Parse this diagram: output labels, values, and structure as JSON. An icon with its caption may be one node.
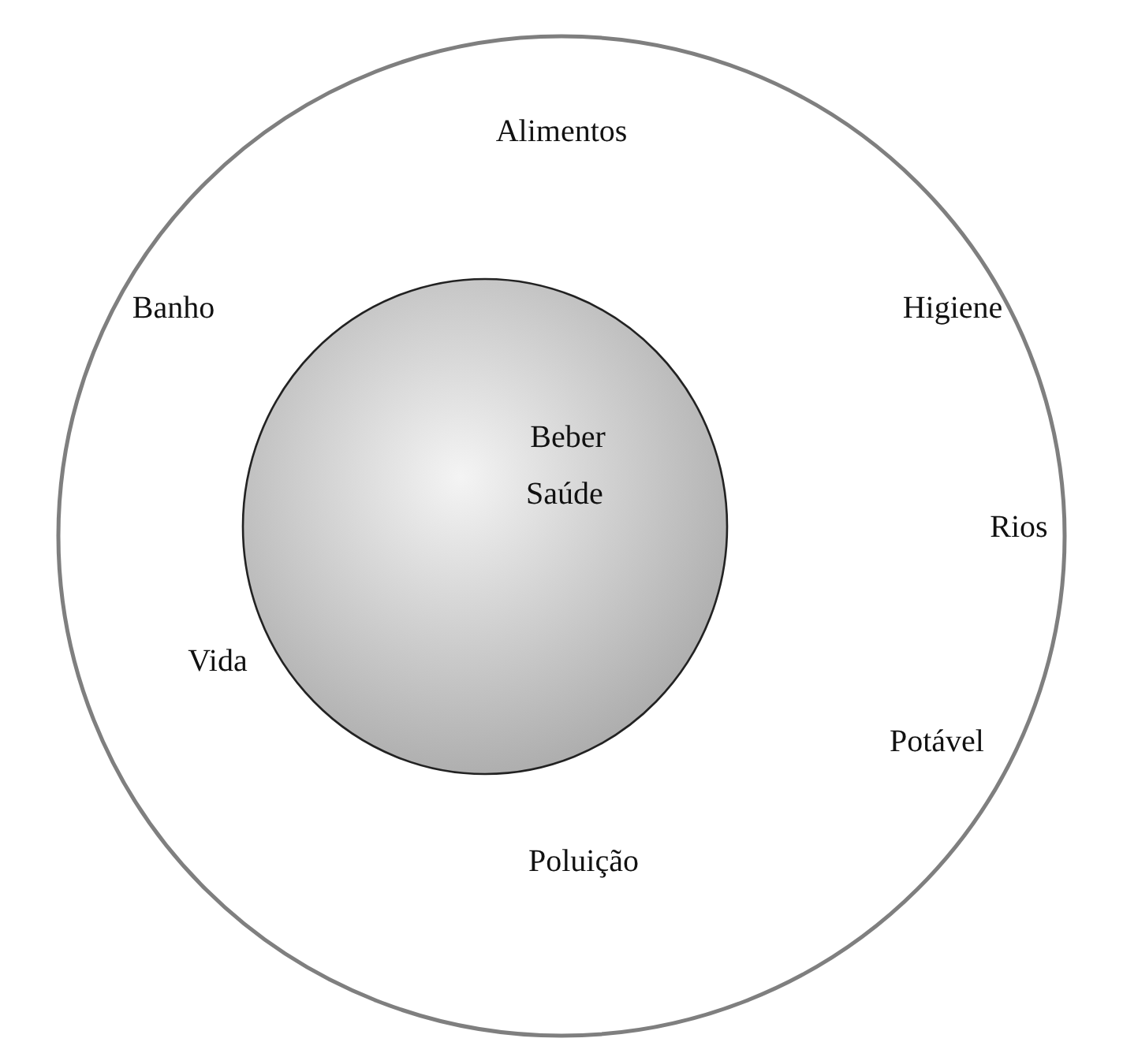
{
  "diagram": {
    "nodes": [
      {
        "text": [
          "Alimentos",
          "Banho",
          "Higiene",
          "Rios",
          "Vida",
          "Potável",
          "Poluição"
        ]
      },
      {
        "text": [
          "Beber",
          "Saúde"
        ],
        "in": 0
      }
    ]
  }
}
